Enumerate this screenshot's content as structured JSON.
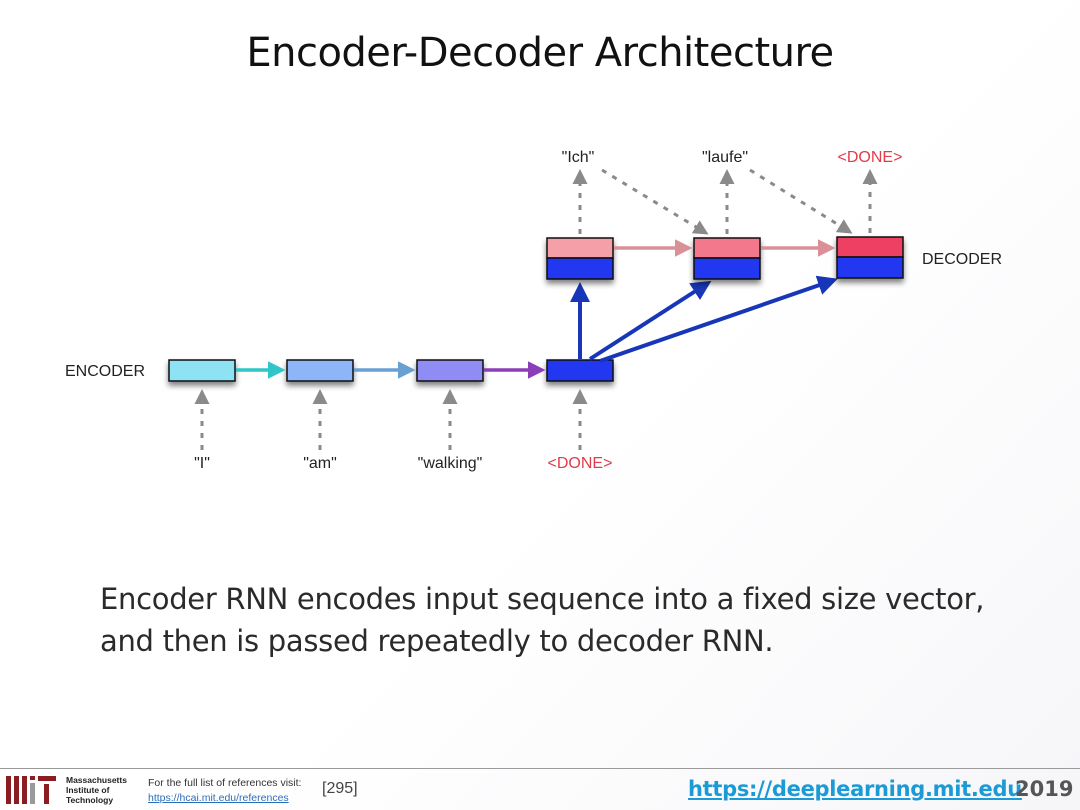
{
  "title": "Encoder-Decoder Architecture",
  "diagram": {
    "encoder_label": "ENCODER",
    "decoder_label": "DECODER",
    "inputs": [
      "\"I\"",
      "\"am\"",
      "\"walking\"",
      "<DONE>"
    ],
    "outputs": [
      "\"Ich\"",
      "\"laufe\"",
      "<DONE>"
    ],
    "colors": {
      "enc_cell_1": "#8de3f3",
      "enc_cell_2": "#8cb6f8",
      "enc_cell_3": "#8f8cf5",
      "enc_cell_4": "#2038f0",
      "dec_top_1": "#f5a0a8",
      "dec_top_2": "#f3788c",
      "dec_top_3": "#ee3f62",
      "dec_bottom": "#2038f0",
      "arrow_teal": "#2ec6c6",
      "arrow_steel": "#6a9fd2",
      "arrow_purple": "#8a3fb8",
      "arrow_blue": "#1836b8",
      "arrow_pink": "#d99097",
      "arrow_gray": "#8a8a8a",
      "done_red": "#e03c4a"
    }
  },
  "body_text": {
    "line1": "Encoder RNN encodes input sequence into a fixed size vector,",
    "line2": "and then is passed repeatedly to decoder RNN."
  },
  "footer": {
    "institution": [
      "Massachusetts",
      "Institute of",
      "Technology"
    ],
    "ref_prompt": "For the full list of references visit:",
    "ref_url": "https://hcai.mit.edu/references",
    "ref_number": "[295]",
    "site_url": "https://deeplearning.mit.edu",
    "year": "2019"
  }
}
